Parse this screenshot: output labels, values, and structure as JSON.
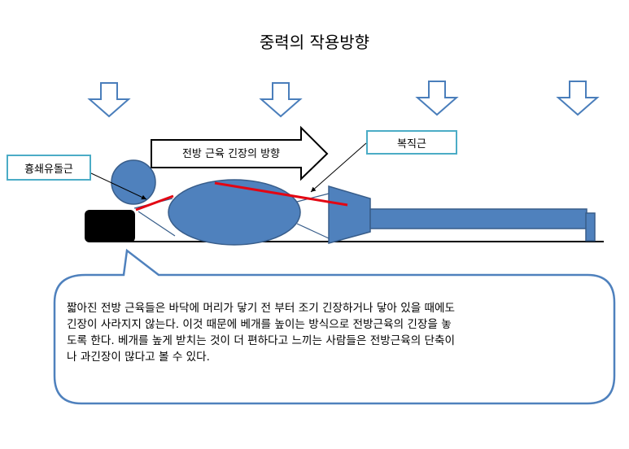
{
  "title": "중력의 작용방향",
  "labels": {
    "scm": "흉쇄유돌근",
    "rectus": "복직근",
    "tension_arrow": "전방 근육 긴장의 방향"
  },
  "callout": {
    "lines": [
      "짧아진 전방 근육들은 바닥에 머리가 닿기 전 부터 조기 긴장하거나 닿아 있을 때에도",
      "긴장이 사라지지 않는다. 이것 때문에 베개를 높이는 방식으로 전방근육의 긴장을 놓",
      "도록 한다. 베개를 높게 받치는 것이 더 편하다고 느끼는 사람들은 전방근육의 단축이",
      "나 과긴장이 많다고 볼 수 있다."
    ]
  },
  "colors": {
    "body_fill": "#4f81bd",
    "body_stroke": "#385d8a",
    "muscle_line": "#e30613",
    "label_border": "#4bacc6",
    "arrow_stroke": "#4a7ebb",
    "pillow": "#000000",
    "callout_border": "#4f81bd"
  },
  "icons": {
    "gravity_arrows": "down-arrow-outline-icon",
    "tension_arrow": "right-arrow-outline-icon",
    "pillow": "pillow-block"
  }
}
